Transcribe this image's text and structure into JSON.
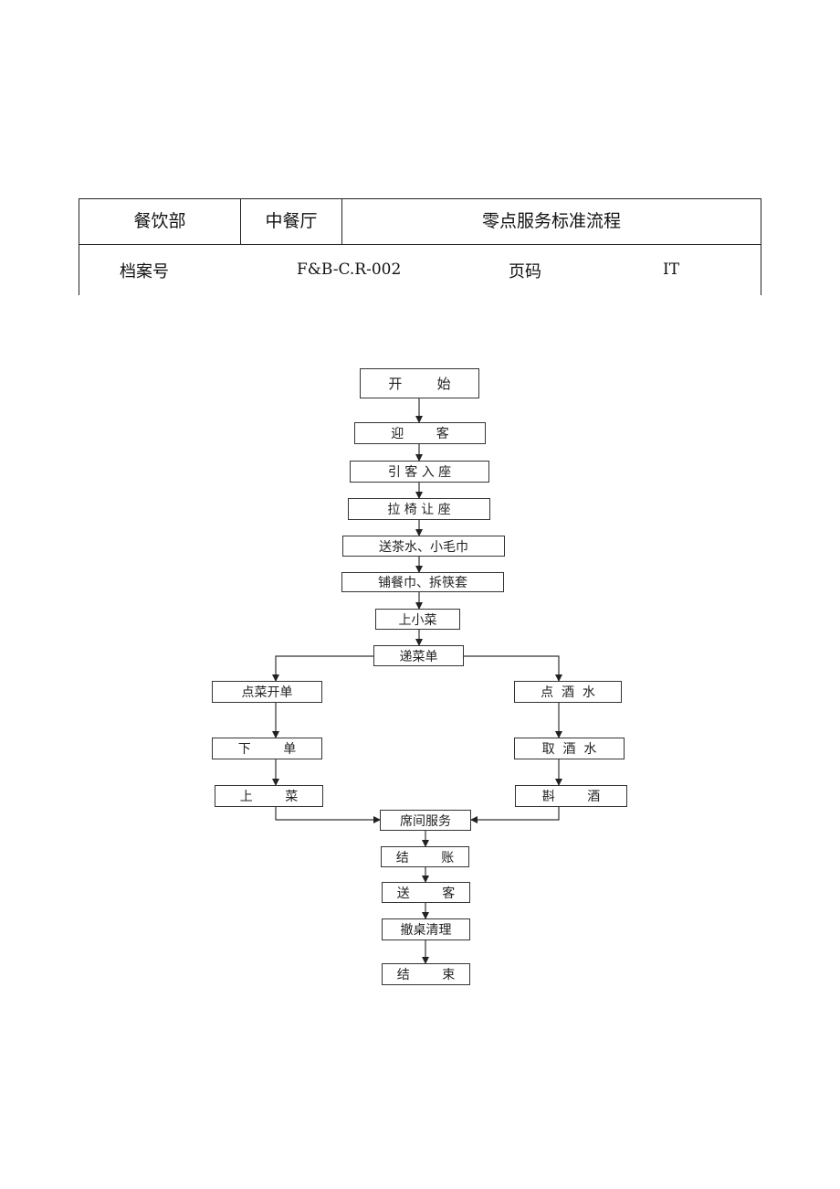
{
  "header": {
    "dept": "餐饮部",
    "restaurant": "中餐厅",
    "title": "零点服务标准流程",
    "file_label": "档案号",
    "file_no": "F&B-C.R-002",
    "page_label": "页码",
    "page_value": "IT"
  },
  "flow": {
    "start": "开        始",
    "greet": "迎        客",
    "lead_seat": "引 客 入 座",
    "pull_chair": "拉 椅 让 座",
    "serve_tea": "送茶水、小毛巾",
    "napkin": "铺餐巾、拆筷套",
    "appetizer": "上小菜",
    "menu": "递菜单",
    "order_food": "点菜开单",
    "place_order": "下        单",
    "serve_dish": "上        菜",
    "order_drink": "点  酒  水",
    "get_drink": "取  酒  水",
    "pour_wine": "斟        酒",
    "table_service": "席间服务",
    "checkout": "结        账",
    "see_off": "送        客",
    "clear_table": "撤桌清理",
    "end": "结        束"
  }
}
